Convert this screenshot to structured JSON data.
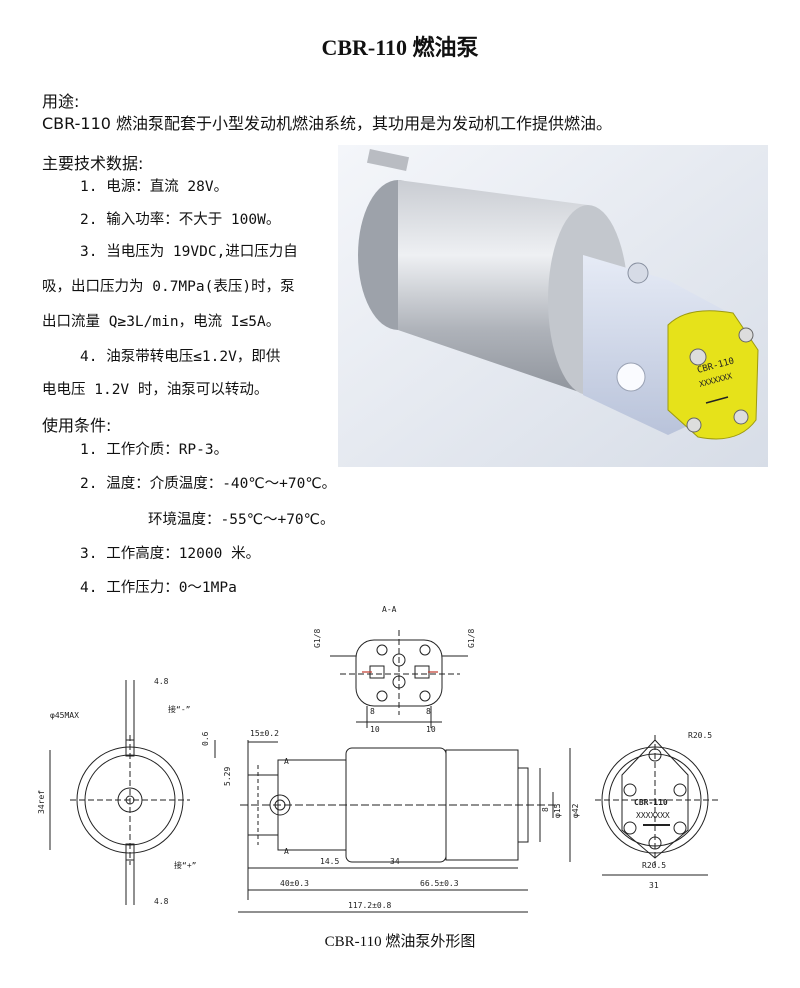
{
  "title": "CBR-110 燃油泵",
  "purpose": {
    "heading": "用途:",
    "text": "CBR-110 燃油泵配套于小型发动机燃油系统，其功用是为发动机工作提供燃油。"
  },
  "specs": {
    "heading": "主要技术数据:",
    "items": [
      "1.  电源：直流 28V。",
      "2.  输入功率：不大于 100W。",
      "3.  当电压为 19VDC,进口压力自",
      "吸，出口压力为 0.7MPa(表压)时，泵",
      "出口流量 Q≥3L/min，电流 I≤5A。",
      "4.  油泵带转电压≤1.2V，即供",
      "电电压 1.2V 时，油泵可以转动。"
    ]
  },
  "conditions": {
    "heading": "使用条件:",
    "items": [
      "1.  工作介质：RP-3。",
      "2.  温度：介质温度：-40℃～+70℃。",
      "环境温度：-55℃～+70℃。",
      "3.  工作高度：12000 米。",
      "4.  工作压力：0～1MPa"
    ]
  },
  "photo": {
    "plate_model": "CBR-110",
    "plate_serial": "XXXXXXX",
    "plate_color": "#e6e21a"
  },
  "drawing": {
    "section_label": "A-A",
    "port_left": "G1/8",
    "port_right": "G1/8",
    "dim_8a": "8",
    "dim_8b": "8",
    "dim_10a": "10",
    "dim_10b": "10",
    "dim_48": "4.8",
    "dim_48b": "4.8",
    "dim_phi45": "φ45MAX",
    "neg_label": "接“-”",
    "pos_label": "接“+”",
    "dim_06": "0.6",
    "dim_34ref": "34ref",
    "dim_15": "15±0.2",
    "mark_A1": "A",
    "mark_A2": "A",
    "dim_529": "5.29",
    "dim_8c": "8",
    "dim_phi15": "φ15",
    "dim_phi42": "φ42",
    "dim_145": "14.5",
    "dim_34": "34",
    "dim_40": "40±0.3",
    "dim_665": "66.5±0.3",
    "dim_1172": "117.2±0.8",
    "dim_r205a": "R20.5",
    "dim_r205b": "R20.5",
    "dim_31": "31",
    "face_model": "CBR-110",
    "face_serial": "XXXXXXX"
  },
  "caption": "CBR-110 燃油泵外形图"
}
